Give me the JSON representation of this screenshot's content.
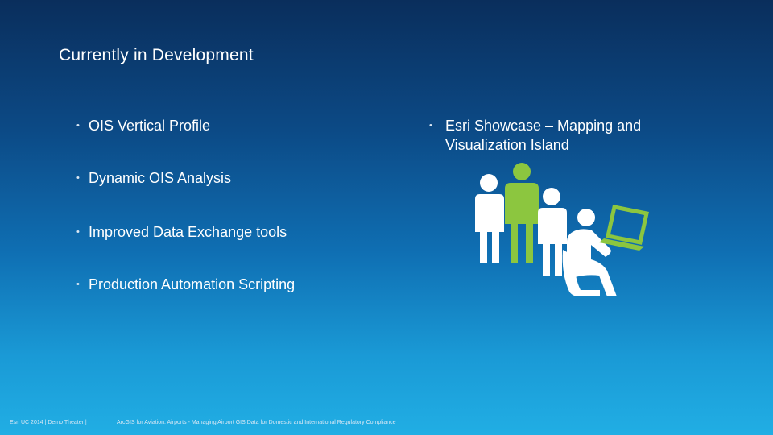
{
  "slide": {
    "title": "Currently in Development",
    "left_bullets": [
      "OIS Vertical Profile",
      "Dynamic OIS Analysis",
      "Improved Data Exchange tools",
      "Production Automation Scripting"
    ],
    "right_bullet": "Esri Showcase – Mapping and Visualization Island",
    "bullet_glyph": "•",
    "illustration_icon": "people-with-laptop-icon",
    "colors": {
      "background_top": "#0a2e5c",
      "background_bottom": "#21aee4",
      "figure_white": "#ffffff",
      "figure_green": "#8cc63f"
    }
  },
  "footer": {
    "left": "Esri UC 2014 | Demo Theater |",
    "right": "ArcGIS for Aviation: Airports - Managing Airport GIS Data for Domestic and International Regulatory Compliance"
  }
}
